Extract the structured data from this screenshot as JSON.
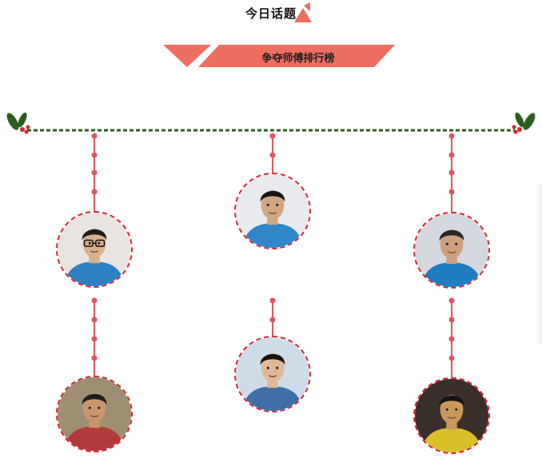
{
  "header": {
    "title": "今日话题",
    "banner_text": "争夺师傅排行榜"
  },
  "colors": {
    "accent": "#ee6e60",
    "ring": "#d6252f",
    "garland": "#2e5e1e",
    "string": "#e2545e"
  },
  "avatars": [
    {
      "id": "avatar-1",
      "bg": "#e9e4e1",
      "shirt": "#2c80c4",
      "hair": "#1b1b1b",
      "skin": "#d8b08e",
      "glasses": true
    },
    {
      "id": "avatar-2",
      "bg": "#e8eaee",
      "shirt": "#2f86c9",
      "hair": "#151515",
      "skin": "#d2a682",
      "glasses": false
    },
    {
      "id": "avatar-3",
      "bg": "#d5d8de",
      "shirt": "#1e7cc1",
      "hair": "#262626",
      "skin": "#cca07e",
      "glasses": false
    },
    {
      "id": "avatar-4",
      "bg": "#9e8f74",
      "shirt": "#b23a3a",
      "hair": "#1d1d1d",
      "skin": "#c8956c",
      "glasses": false
    },
    {
      "id": "avatar-5",
      "bg": "#cfdce8",
      "shirt": "#3e6fa6",
      "hair": "#141414",
      "skin": "#e0b89a",
      "glasses": false
    },
    {
      "id": "avatar-6",
      "bg": "#3a2f2a",
      "shirt": "#d8c12a",
      "hair": "#111111",
      "skin": "#c9985d",
      "glasses": false
    }
  ]
}
